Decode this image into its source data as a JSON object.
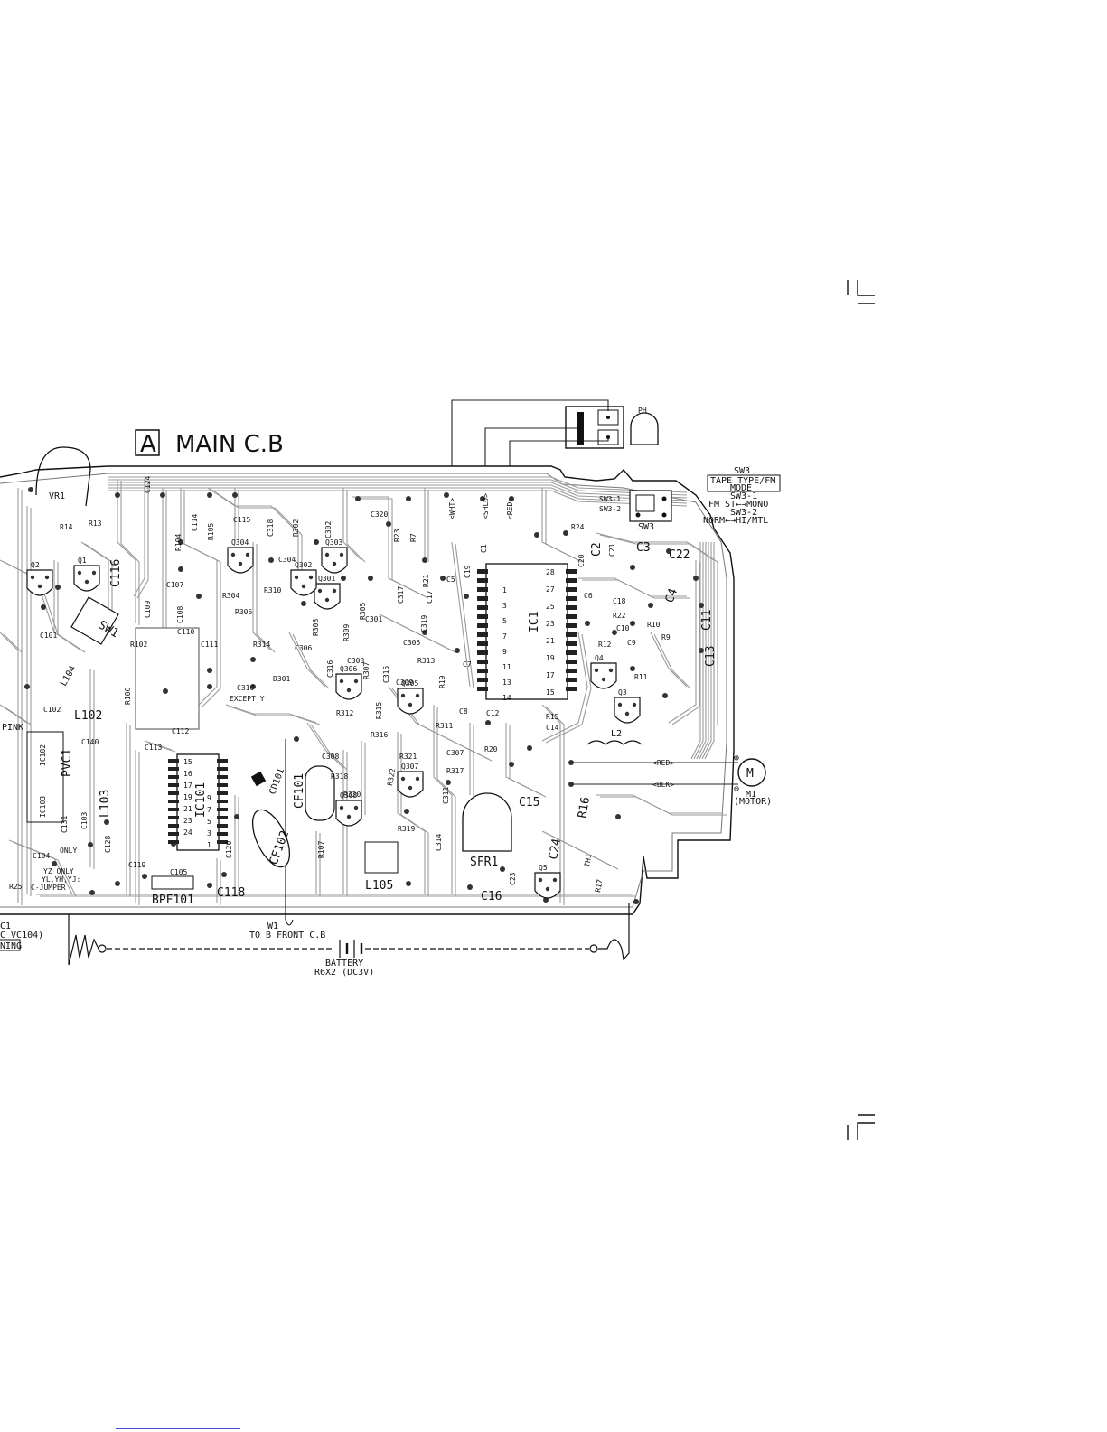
{
  "board": {
    "title": "MAIN C.B",
    "section_letter": "A"
  },
  "pickup": {
    "label": "PH",
    "wire_wht": "<WHT>",
    "wire_shld": "<SHLD>",
    "wire_red": "<RED>"
  },
  "sw3": {
    "name": "SW3",
    "desc_line1": "TAPE TYPE/FM",
    "desc_line2": "MODE",
    "sub1": "SW3-1",
    "sub1_desc": "FM ST←→MONO",
    "sub2": "SW3-2",
    "sub2_desc": "NORM←→HI/MTL",
    "pin1": "SW3-1",
    "pin2": "SW3-2"
  },
  "motor": {
    "symbol": "M",
    "name": "M1",
    "desc": "(MOTOR)",
    "plus": "⊕",
    "minus": "⊖",
    "wire_red": "<RED>",
    "wire_blk": "<BLK>"
  },
  "battery": {
    "label": "BATTERY",
    "spec": "R6X2 (DC3V)"
  },
  "w1": {
    "name": "W1",
    "desc": "TO B FRONT C.B"
  },
  "notes": {
    "except": "EXCEPT Y",
    "yz_only": "YZ ONLY",
    "yl_yh_yj": "YL,YH,YJ:",
    "c_jumper": "C-JUMPER",
    "vc104": "C VC104)",
    "ning": "NING",
    "c1_left": "C1",
    "only": "ONLY"
  },
  "ics": {
    "ic1": "IC1",
    "ic101": "IC101",
    "ic102": "IC102",
    "ic103": "IC103"
  },
  "parts": {
    "vr1": "VR1",
    "sw1": "SW1",
    "sfr1": "SFR1",
    "bpf101": "BPF101",
    "cf101": "CF101",
    "cf102": "CF102",
    "cd101": "CD101",
    "l102": "L102",
    "l103": "L103",
    "l104": "L104",
    "l105": "L105",
    "l2": "L2",
    "pvc1": "PVC1",
    "pink": "PINK",
    "th1": "TH1",
    "q1": "Q1",
    "q2": "Q2",
    "q3": "Q3",
    "q4": "Q4",
    "q5": "Q5",
    "q301": "Q301",
    "q302": "Q302",
    "q303": "Q303",
    "q304": "Q304",
    "q305": "Q305",
    "q306": "Q306",
    "q307": "Q307",
    "q308": "Q308",
    "d301": "D301",
    "r7": "R7",
    "r9": "R9",
    "r10": "R10",
    "r11": "R11",
    "r12": "R12",
    "r13": "R13",
    "r14": "R14",
    "r15": "R15",
    "r16": "R16",
    "r17": "R17",
    "r19": "R19",
    "r20": "R20",
    "r21": "R21",
    "r22": "R22",
    "r23": "R23",
    "r24": "R24",
    "r25": "R25",
    "r102": "R102",
    "r104": "R104",
    "r105": "R105",
    "r106": "R106",
    "r107": "R107",
    "r302": "R302",
    "r304": "R304",
    "r305": "R305",
    "r306": "R306",
    "r307": "R307",
    "r308": "R308",
    "r309": "R309",
    "r310": "R310",
    "r311": "R311",
    "r312": "R312",
    "r313": "R313",
    "r314": "R314",
    "r315": "R315",
    "r316": "R316",
    "r317": "R317",
    "r318": "R318",
    "r319": "R319",
    "r320": "R320",
    "r321": "R321",
    "r322": "R322",
    "c1": "C1",
    "c2": "C2",
    "c3": "C3",
    "c4": "C4",
    "c5": "C5",
    "c6": "C6",
    "c7": "C7",
    "c8": "C8",
    "c9": "C9",
    "c10": "C10",
    "c11": "C11",
    "c12": "C12",
    "c13": "C13",
    "c14": "C14",
    "c15": "C15",
    "c16": "C16",
    "c17": "C17",
    "c18": "C18",
    "c19": "C19",
    "c20": "C20",
    "c21": "C21",
    "c22": "C22",
    "c23": "C23",
    "c24": "C24",
    "c101": "C101",
    "c102": "C102",
    "c103": "C103",
    "c104": "C104",
    "c105": "C105",
    "c107": "C107",
    "c108": "C108",
    "c109": "C109",
    "c110": "C110",
    "c111": "C111",
    "c112": "C112",
    "c113": "C113",
    "c114": "C114",
    "c115": "C115",
    "c116": "C116",
    "c118": "C118",
    "c119": "C119",
    "c120": "C120",
    "c124": "C124",
    "c128": "C128",
    "c131": "C131",
    "c140": "C140",
    "c301": "C301",
    "c302": "C302",
    "c303": "C303",
    "c304": "C304",
    "c305": "C305",
    "c306": "C306",
    "c307": "C307",
    "c308": "C308",
    "c309": "C309",
    "c310": "C310",
    "c311": "C311",
    "c314": "C314",
    "c315": "C315",
    "c316": "C316",
    "c317": "C317",
    "c318": "C318",
    "c319": "C319",
    "c320": "C320"
  },
  "ic1_pins": [
    "28",
    "27",
    "25",
    "23",
    "21",
    "19",
    "17",
    "15",
    "1",
    "3",
    "5",
    "7",
    "9",
    "11",
    "13",
    "14"
  ],
  "ic101_pins": [
    "15",
    "16",
    "17",
    "19",
    "21",
    "23",
    "24",
    "9",
    "7",
    "5",
    "3",
    "1"
  ],
  "colors": {
    "ink": "#111111",
    "trace": "#9a9a9a",
    "link": "#3a4fd8"
  }
}
